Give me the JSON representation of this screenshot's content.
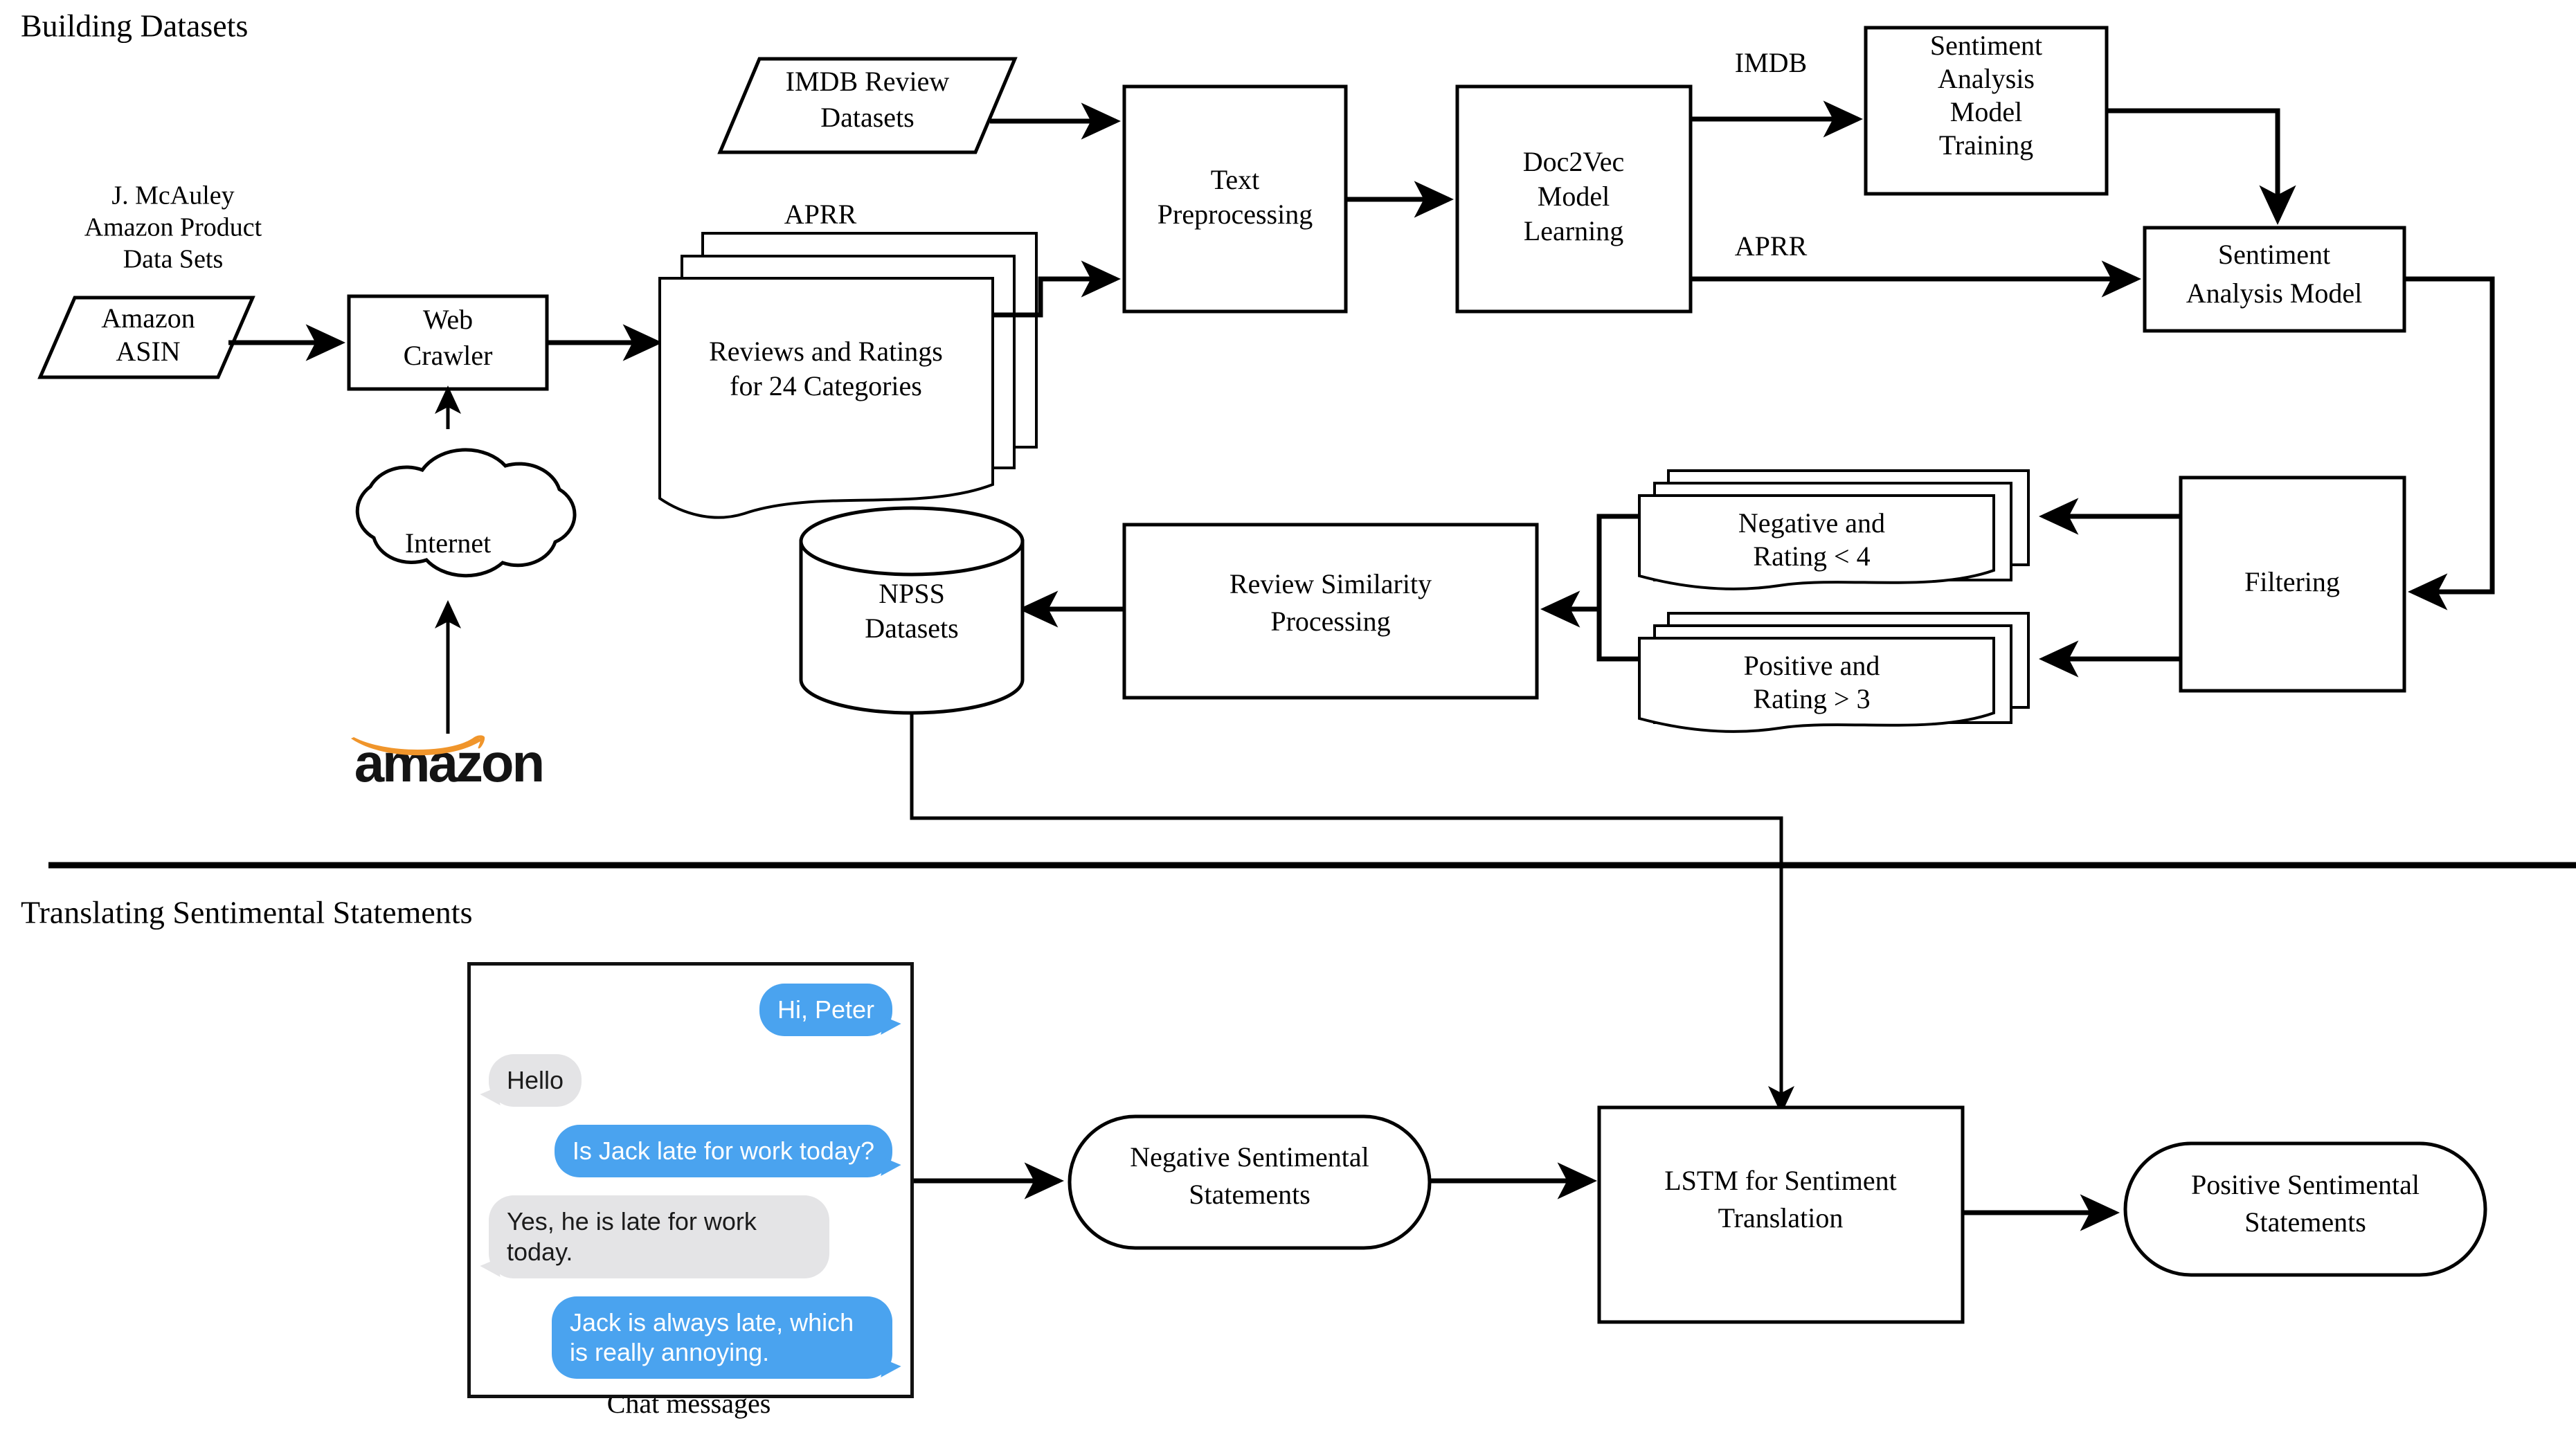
{
  "sections": {
    "top_title": "Building Datasets",
    "bottom_title": "Translating Sentimental Statements"
  },
  "labels": {
    "mcauley": "J. McAuley\nAmazon Product\nData Sets",
    "aprr_top": "APRR",
    "imdb_edge": "IMDB",
    "aprr_edge": "APRR",
    "chat_caption": "Chat messages",
    "amazon_logo": "amazon"
  },
  "nodes": {
    "amazon_asin": "Amazon\nASIN",
    "web_crawler": "Web\nCrawler",
    "internet": "Internet",
    "reviews_ratings": "Reviews and Ratings\nfor 24 Categories",
    "imdb_datasets": "IMDB Review\nDatasets",
    "text_preprocessing": "Text\nPreprocessing",
    "doc2vec": "Doc2Vec\nModel\nLearning",
    "sam_training": "Sentiment\nAnalysis\nModel\nTraining",
    "sentiment_model": "Sentiment\nAnalysis Model",
    "filtering": "Filtering",
    "negative_docs": "Negative and\nRating < 4",
    "positive_docs": "Positive and\nRating > 3",
    "review_similarity": "Review Similarity\nProcessing",
    "npss": "NPSS\nDatasets",
    "negative_statements": "Negative Sentimental\nStatements",
    "lstm": "LSTM for Sentiment\nTranslation",
    "positive_statements": "Positive Sentimental\nStatements"
  },
  "chat": {
    "messages": [
      {
        "side": "me",
        "text": "Hi, Peter"
      },
      {
        "side": "them",
        "text": "Hello"
      },
      {
        "side": "me",
        "text": "Is Jack late for work today?"
      },
      {
        "side": "them",
        "text": "Yes, he is late for work today."
      },
      {
        "side": "me",
        "text": "Jack is always late, which is really annoying."
      }
    ]
  },
  "colors": {
    "bubble_outgoing": "#4aa3ef",
    "bubble_incoming": "#e4e4e6",
    "stroke": "#000000",
    "amazon_smile": "#f0952b",
    "background": "#ffffff"
  }
}
